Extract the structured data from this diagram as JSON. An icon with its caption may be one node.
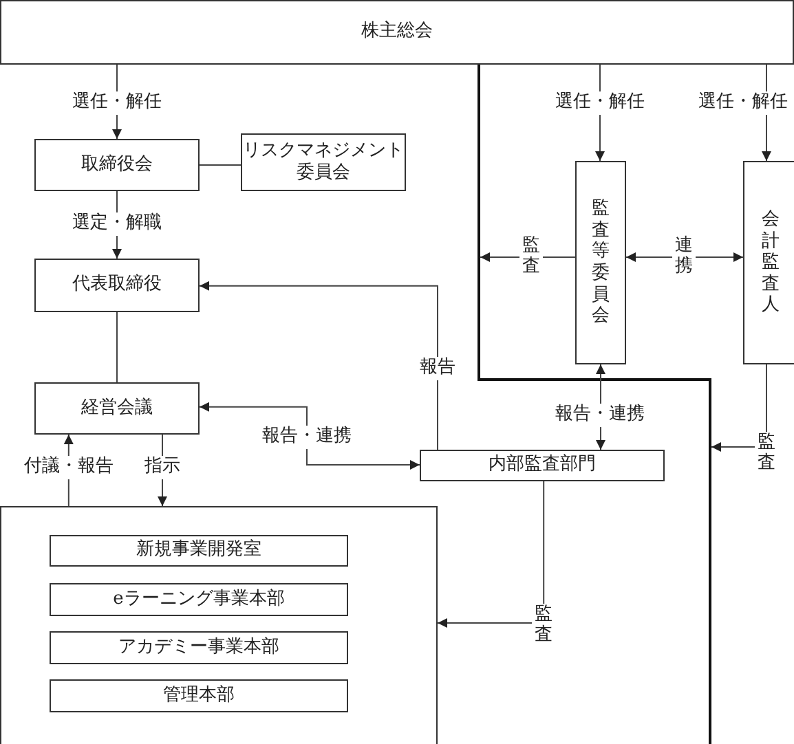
{
  "diagram": {
    "nodes": [
      {
        "text": [
          "株主総会"
        ]
      },
      {
        "text": [
          "取締役会"
        ]
      },
      {
        "text": [
          "リスクマネジメント委員会"
        ]
      },
      {
        "text": [
          "代表取締役"
        ]
      },
      {
        "text": [
          "経営会議"
        ]
      },
      {
        "text": [],
        "shape": "box"
      },
      {
        "text": [
          "新規事業開発室"
        ],
        "in": 5
      },
      {
        "text": [
          "eラーニング事業本部"
        ],
        "in": 5
      },
      {
        "text": [
          "アカデミー事業本部"
        ],
        "in": 5
      },
      {
        "text": [
          "管理本部"
        ],
        "in": 5
      },
      {
        "text": [
          "監査等委員会"
        ]
      },
      {
        "text": [
          "会計監査人"
        ]
      },
      {
        "text": [
          "内部監査部門"
        ]
      }
    ],
    "edges": [
      {
        "from": 0,
        "to": 1,
        "arrow": "to",
        "label": "選任・解任"
      },
      {
        "from": 1,
        "to": 2,
        "arrow": "none"
      },
      {
        "from": 1,
        "to": 3,
        "arrow": "to",
        "label": "選定・解職"
      },
      {
        "from": 3,
        "to": 4,
        "arrow": "none"
      },
      {
        "from": 12,
        "to": 3,
        "arrow": "to",
        "label": "報告"
      },
      {
        "from": 4,
        "to": 12,
        "arrow": "both",
        "label": "報告・連携"
      },
      {
        "from": 5,
        "to": 4,
        "arrow": "to",
        "label": "付議・報告"
      },
      {
        "from": 4,
        "to": 5,
        "arrow": "to",
        "label": "指示"
      },
      {
        "from": 0,
        "to": 10,
        "arrow": "to",
        "label": "選任・解任"
      },
      {
        "from": 0,
        "to": 11,
        "arrow": "to",
        "label": "選任・解任"
      },
      {
        "from": 10,
        "to": 11,
        "arrow": "both",
        "label": "連携"
      },
      {
        "from": 10,
        "to": 12,
        "arrow": "both",
        "label": "報告・連携"
      },
      {
        "from": 10,
        "to": null,
        "arrow": "to",
        "label": "監査"
      },
      {
        "from": 11,
        "to": null,
        "arrow": "to",
        "label": "監査"
      },
      {
        "from": 12,
        "to": 5,
        "arrow": "to",
        "label": "監査"
      }
    ]
  }
}
